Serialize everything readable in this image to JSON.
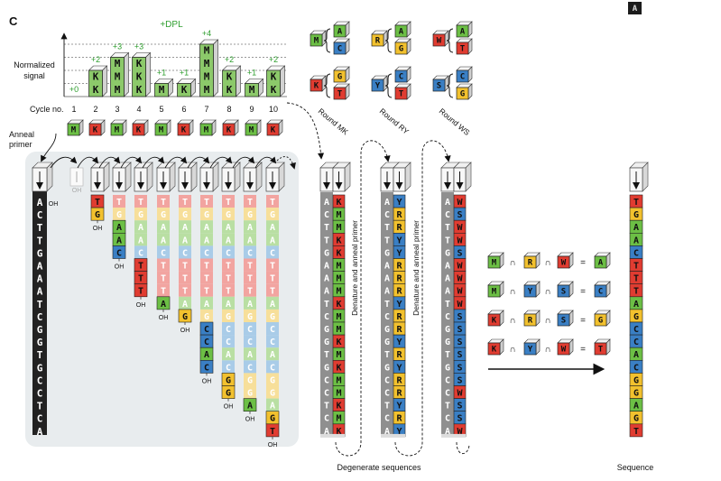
{
  "panel_label": "C",
  "dpl_label": "+DPL",
  "ylabel": [
    "Normalized",
    "signal"
  ],
  "cycle_label": "Cycle no.",
  "anneal_label": [
    "Anneal",
    "primer"
  ],
  "oh_label": "OH",
  "chart_data": {
    "type": "bar",
    "cycles": [
      "1",
      "2",
      "3",
      "4",
      "5",
      "6",
      "7",
      "8",
      "9",
      "10"
    ],
    "values": [
      0,
      2,
      3,
      3,
      1,
      1,
      4,
      2,
      1,
      2
    ],
    "value_labels": [
      "+0",
      "+2",
      "+3",
      "+3",
      "+1",
      "+1",
      "+4",
      "+2",
      "+1",
      "+2"
    ],
    "bar_letter": [
      "M",
      "K",
      "M",
      "K",
      "M",
      "K",
      "M",
      "K",
      "M",
      "K"
    ],
    "ylim": [
      0,
      4.3
    ]
  },
  "rounds": [
    "Round MK",
    "Round RY",
    "Round WS"
  ],
  "codes": {
    "M": [
      "A",
      "C"
    ],
    "K": [
      "G",
      "T"
    ],
    "R": [
      "A",
      "G"
    ],
    "Y": [
      "C",
      "T"
    ],
    "W": [
      "A",
      "T"
    ],
    "S": [
      "C",
      "G"
    ]
  },
  "colors": {
    "A": "#6cbf45",
    "C": "#3a7fc4",
    "G": "#f2c12e",
    "T": "#e03c31",
    "M": "#6cbf45",
    "K": "#e03c31",
    "R": "#f2c12e",
    "Y": "#3a7fc4",
    "W": "#e03c31",
    "S": "#3a7fc4",
    "template": "#222222",
    "gray": "#9a9a9a",
    "panel": "#e8ecee"
  },
  "template_seq": "ACTTGAAATCGGTGCCTCA",
  "product_seq": "TGAACTTTAGCCACGGAGT",
  "round_seqs": {
    "MK": "KMMKKMMMKMMKMKMMKMK",
    "RY": "YRRYYRRRYRRYRYRRYRY",
    "WS": "WSWWSWWWWSSSSSSWSSW"
  },
  "denature_label": "Denature and anneal primer",
  "rule_ops": [
    "∩",
    "∩",
    "="
  ],
  "rules": [
    [
      "M",
      "R",
      "W",
      "A"
    ],
    [
      "M",
      "Y",
      "S",
      "C"
    ],
    [
      "K",
      "R",
      "S",
      "G"
    ],
    [
      "K",
      "Y",
      "W",
      "T"
    ]
  ],
  "degenerate_label": "Degenerate sequences",
  "sequence_label": "Sequence",
  "corner_letter": "A"
}
